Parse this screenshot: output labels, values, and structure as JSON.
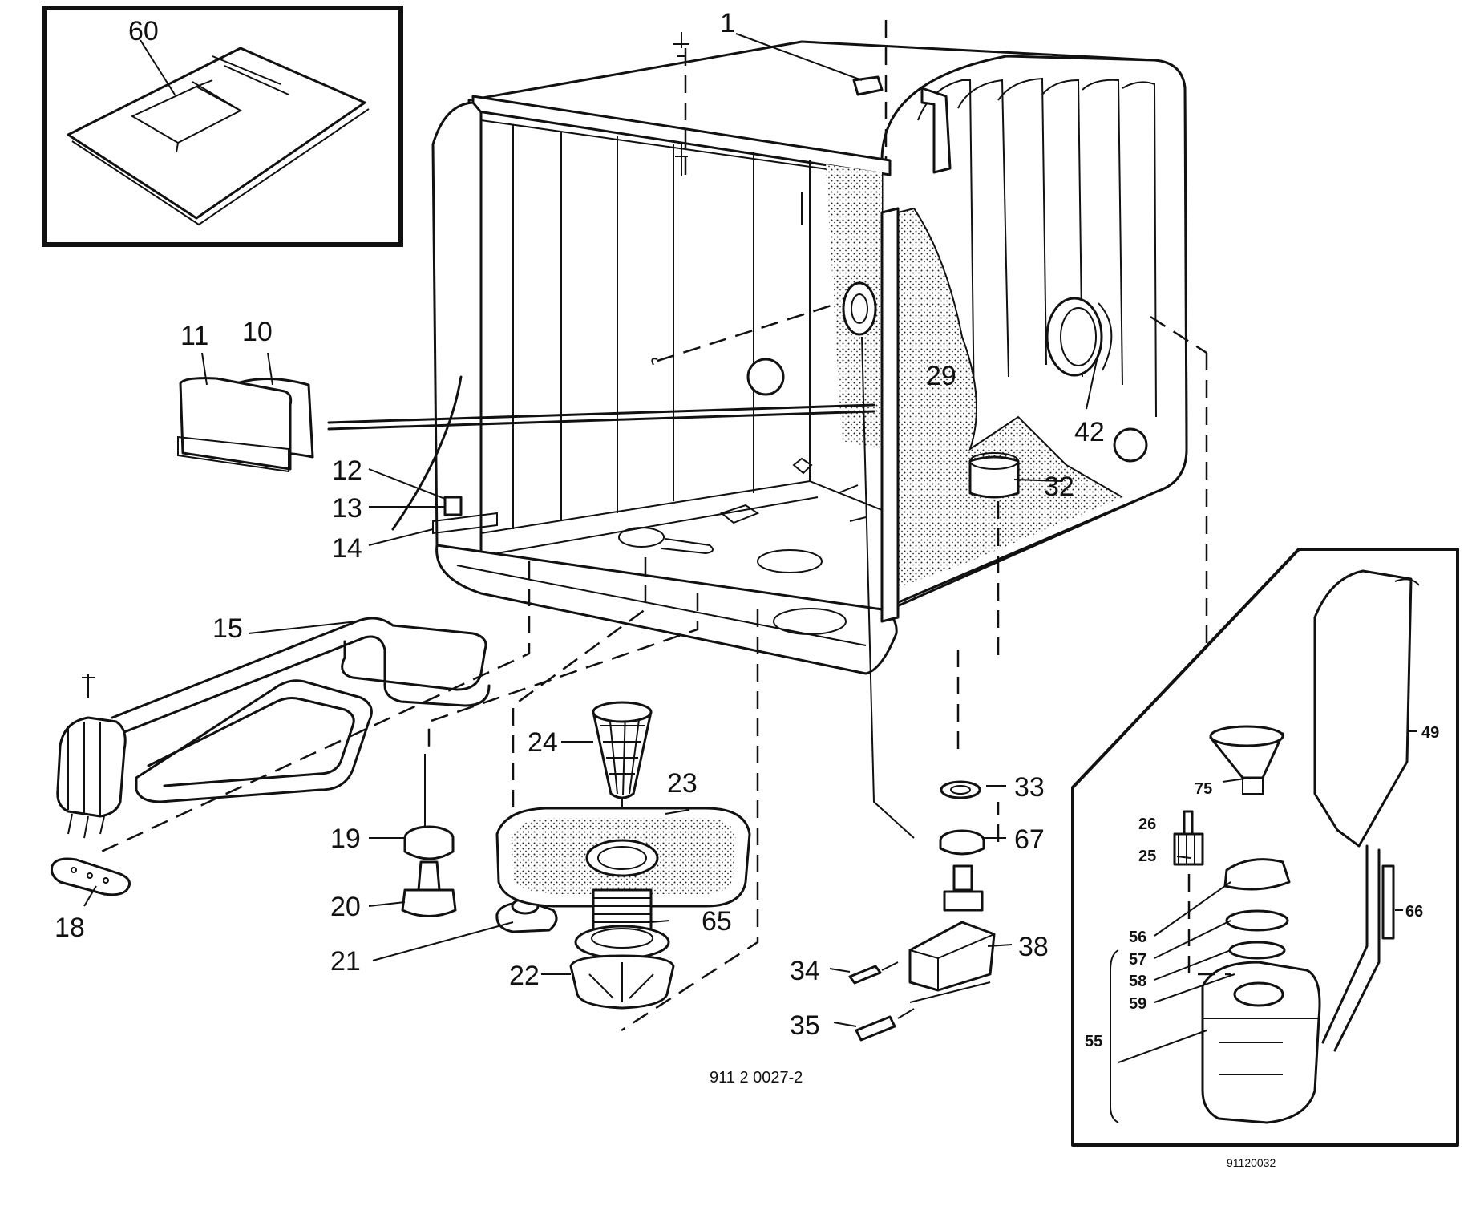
{
  "parts": {
    "p1": "1",
    "p10": "10",
    "p11": "11",
    "p12": "12",
    "p13": "13",
    "p14": "14",
    "p15": "15",
    "p18": "18",
    "p19": "19",
    "p20": "20",
    "p21": "21",
    "p22": "22",
    "p23": "23",
    "p24": "24",
    "p29": "29",
    "p32": "32",
    "p33": "33",
    "p34": "34",
    "p35": "35",
    "p38": "38",
    "p42": "42",
    "p60": "60",
    "p65": "65",
    "p67": "67"
  },
  "inset_parts": {
    "p25": "25",
    "p26": "26",
    "p49": "49",
    "p55": "55",
    "p56": "56",
    "p57": "57",
    "p58": "58",
    "p59": "59",
    "p66": "66",
    "p75": "75"
  },
  "drawing_numbers": {
    "main": "911 2 0027-2",
    "inset": "91120032"
  }
}
